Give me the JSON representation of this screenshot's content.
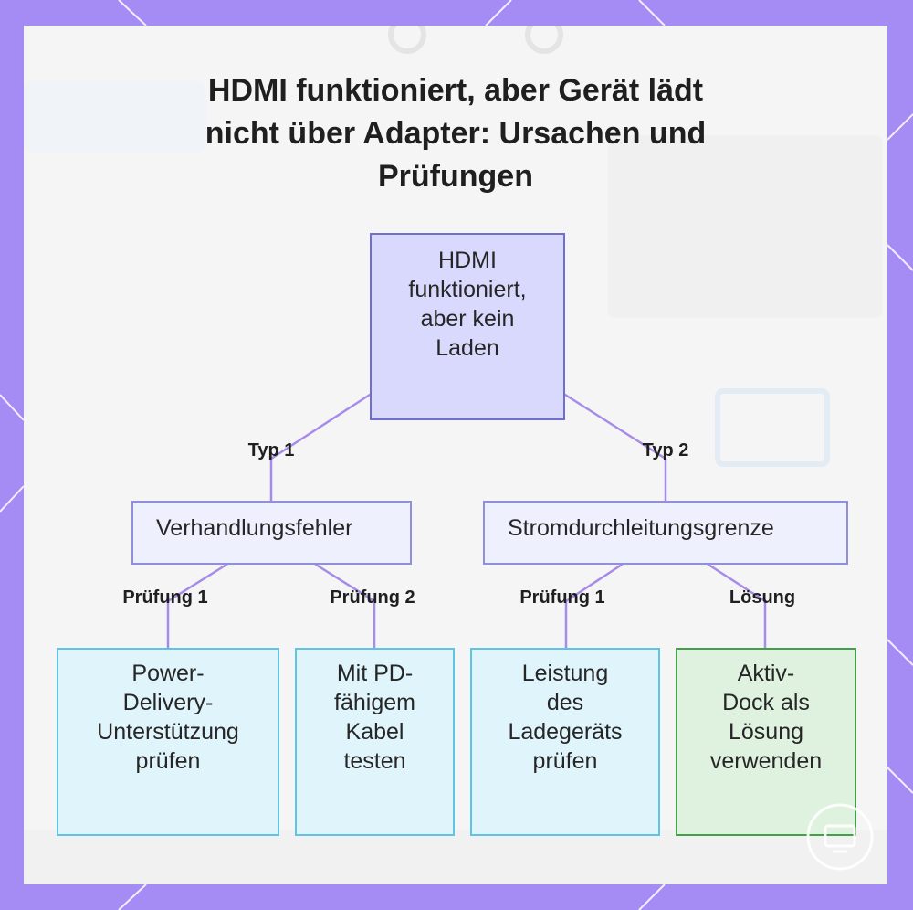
{
  "title": "HDMI funktioniert, aber Gerät lädt nicht über Adapter: Ursachen und Prüfungen",
  "nodes": {
    "root": [
      "HDMI",
      "funktioniert,",
      "aber kein",
      "Laden"
    ],
    "mid_left": "Verhandlungsfehler",
    "mid_right": "Stromdurchleitungsgrenze",
    "leaf_1": [
      "Power-",
      "Delivery-",
      "Unterstützung",
      "prüfen"
    ],
    "leaf_2": [
      "Mit PD-",
      "fähigem",
      "Kabel",
      "testen"
    ],
    "leaf_3": [
      "Leistung",
      "des",
      "Ladegeräts",
      "prüfen"
    ],
    "leaf_4": [
      "Aktiv-",
      "Dock als",
      "Lösung",
      "verwenden"
    ]
  },
  "edge_labels": {
    "typ1": "Typ 1",
    "typ2": "Typ 2",
    "pruefung1_left": "Prüfung 1",
    "pruefung2_left": "Prüfung 2",
    "pruefung1_right": "Prüfung 1",
    "loesung": "Lösung"
  },
  "colors": {
    "frame": "#a58cf4",
    "edge": "#a78be8",
    "root_fill": "#d8d9fd",
    "root_border": "#6f6fd0",
    "mid_fill": "#eef0fd",
    "leaf_fill": "#dff4fb",
    "leaf_border": "#5fc4e4",
    "solution_fill": "#dff2df",
    "solution_border": "#43a047"
  }
}
